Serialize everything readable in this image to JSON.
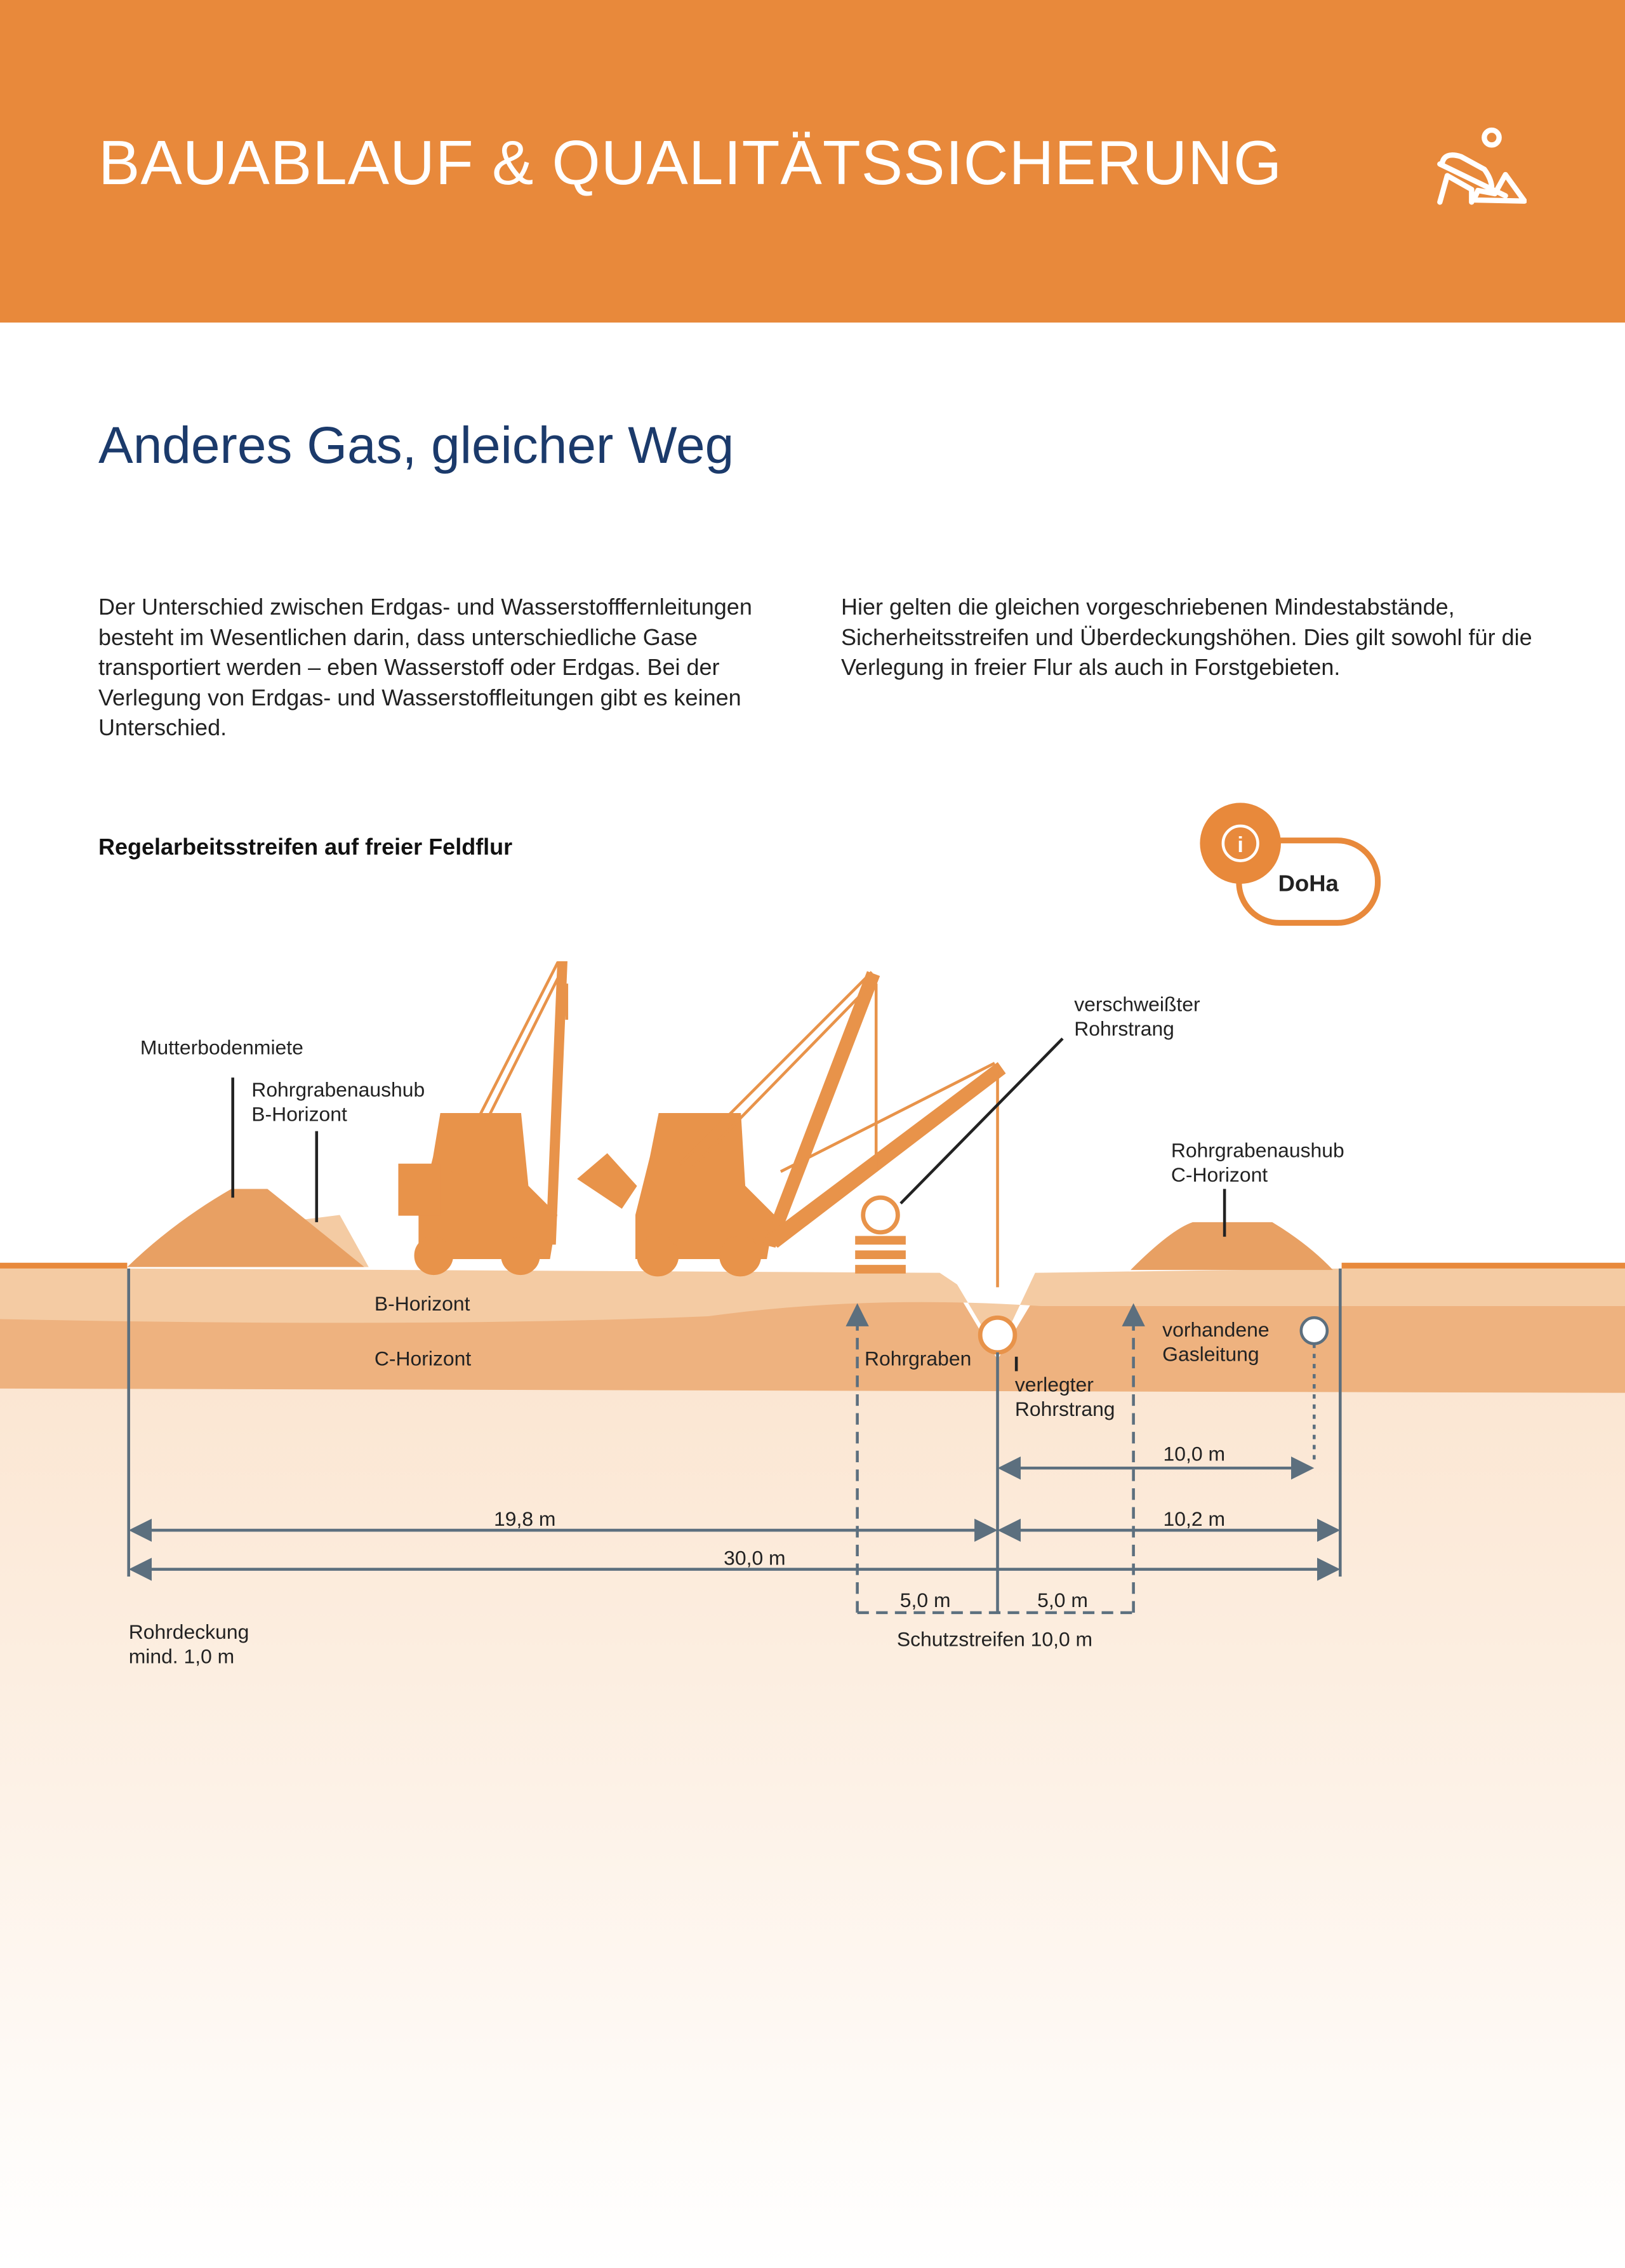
{
  "header": {
    "title": "BAUABLAUF & QUALITÄTSSICHERUNG",
    "icon": "construction-worker-icon"
  },
  "subtitle": "Anderes Gas, gleicher Weg",
  "paragraphs": [
    "Der Unterschied zwischen Erdgas- und Wasserstofffernlei­tungen besteht im Wesentlichen darin, dass unterschiedli­che Gase transportiert werden – eben Wasserstoff oder Erdgas. Bei der Verlegung von Erdgas- und Wasserstoff­leitungen gibt es keinen Unterschied.",
    "Hier gelten die gleichen vorgeschriebenen Mindestab­stände, Sicherheitsstreifen und Überdeckungshöhen. Dies gilt sowohl für die Verlegung in freier Flur als auch in Forstgebieten."
  ],
  "diagram": {
    "title": "Regelarbeitsstreifen auf freier Feldflur",
    "badge": "DoHa",
    "labels": {
      "mutterboden": "Mutterbodenmiete",
      "aushub_b_1": "Rohrgrabenaushub",
      "aushub_b_2": "B-Horizont",
      "verschweisst_1": "verschweißter",
      "verschweisst_2": "Rohrstrang",
      "aushub_c_1": "Rohrgrabenaushub",
      "aushub_c_2": "C-Horizont",
      "b_horizont": "B-Horizont",
      "c_horizont": "C-Horizont",
      "rohrgraben": "Rohrgraben",
      "verlegt_1": "verlegter",
      "verlegt_2": "Rohrstrang",
      "gas_1": "vorhandene",
      "gas_2": "Gasleitung",
      "rohrdeckung_1": "Rohrdeckung",
      "rohrdeckung_2": "mind. 1,0 m",
      "schutz": "Schutzstreifen 10,0 m"
    },
    "dims": {
      "d10_0": "10,0 m",
      "d19_8": "19,8 m",
      "d10_2": "10,2 m",
      "d30_0": "30,0 m",
      "d5a": "5,0 m",
      "d5b": "5,0 m"
    }
  },
  "colors": {
    "orange": "#E8893B",
    "navy": "#1B3A6B",
    "dim": "#5C6F7E"
  }
}
